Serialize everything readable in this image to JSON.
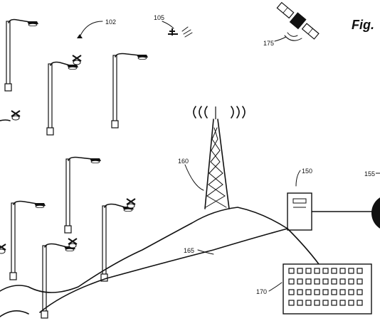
{
  "figure": {
    "title": "Fig.",
    "labels": {
      "streetlights": "102",
      "drone": "105",
      "hub": "150",
      "globe": "155",
      "tower": "160",
      "link": "165",
      "panel": "170",
      "satellite": "175"
    }
  }
}
